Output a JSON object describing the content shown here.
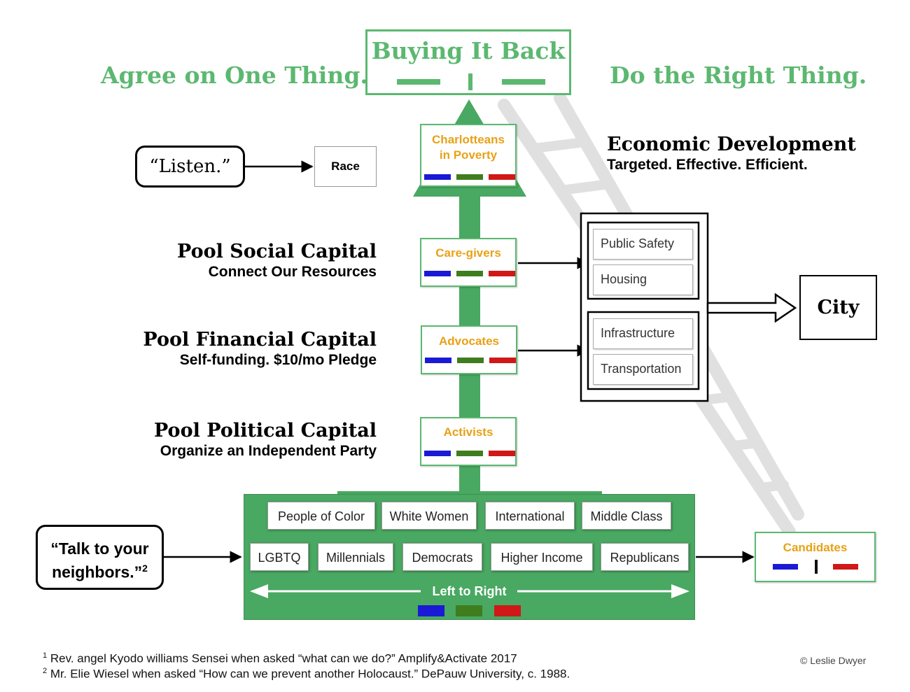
{
  "header": {
    "left": "Agree on One Thing.",
    "center": "Buying It Back",
    "right": "Do the Right Thing."
  },
  "colors": {
    "green": "#5cb870",
    "dark_green": "#49a861",
    "orange": "#e8a116",
    "blue": "#1a1ad6",
    "olive": "#3f7d1f",
    "red": "#d11818"
  },
  "roles": {
    "poverty": [
      "Charlotteans",
      "in Poverty"
    ],
    "caregivers": "Care-givers",
    "advocates": "Advocates",
    "activists": "Activists",
    "candidates": "Candidates"
  },
  "callouts": {
    "listen": "“Listen.”",
    "race": "Race",
    "talk_line1": "“Talk to your",
    "talk_line2": "neighbors.”",
    "talk_sup": "2",
    "city": "City"
  },
  "headings": {
    "social": {
      "title": "Pool Social Capital",
      "sub": "Connect Our Resources"
    },
    "financial": {
      "title": "Pool Financial Capital",
      "sub": "Self-funding. $10/mo Pledge"
    },
    "political": {
      "title": "Pool Political Capital",
      "sub": "Organize an Independent Party"
    },
    "economic": {
      "title": "Economic Development",
      "sub": "Targeted. Effective. Efficient."
    }
  },
  "services": {
    "group1": [
      "Public Safety",
      "Housing"
    ],
    "group2": [
      "Infrastructure",
      "Transportation"
    ]
  },
  "groups": {
    "row1": [
      "People of Color",
      "White Women",
      "International",
      "Middle Class"
    ],
    "row2": [
      "LGBTQ",
      "Millennials",
      "Democrats",
      "Higher Income",
      "Republicans"
    ],
    "spectrum": "Left to Right"
  },
  "footnotes": {
    "n1": "1",
    "f1": "Rev. angel Kyodo williams Sensei when asked “what can we do?” Amplify&Activate 2017",
    "n2": "2",
    "f2": "Mr. Elie Wiesel when asked “How can we prevent another Holocaust.” DePauw University, c. 1988.",
    "copyright": "© Leslie Dwyer"
  }
}
